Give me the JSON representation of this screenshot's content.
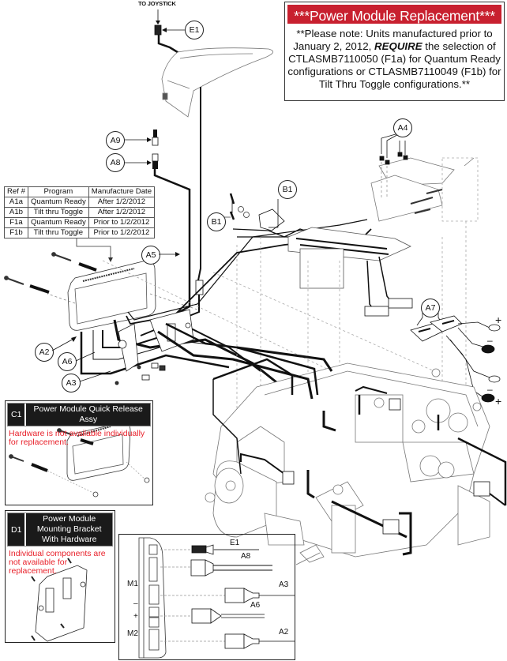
{
  "notice": {
    "title": "***Power Module Replacement***",
    "body_prefix": "**Please note: Units manufactured prior to January 2, 2012, ",
    "body_emphasis": "REQUIRE",
    "body_suffix": " the selection of CTLASMB7110050 (F1a) for Quantum Ready configurations or CTLASMB7110049 (F1b) for Tilt Thru Toggle configurations.**",
    "title_bg": "#c8202f"
  },
  "program_table": {
    "headers": [
      "Ref #",
      "Program",
      "Manufacture Date"
    ],
    "rows": [
      [
        "A1a",
        "Quantum Ready",
        "After 1/2/2012"
      ],
      [
        "A1b",
        "Tilt thru Toggle",
        "After 1/2/2012"
      ],
      [
        "F1a",
        "Quantum Ready",
        "Prior to 1/2/2012"
      ],
      [
        "F1b",
        "Tilt thru Toggle",
        "Prior to 1/2/2012"
      ]
    ]
  },
  "labels": {
    "to_joystick": "TO JOYSTICK"
  },
  "callouts": {
    "E1": "E1",
    "A9": "A9",
    "A8": "A8",
    "A4": "A4",
    "B1_top": "B1",
    "B1_left": "B1",
    "A5": "A5",
    "A7": "A7",
    "A2": "A2",
    "A6": "A6",
    "A3": "A3"
  },
  "polarity": {
    "plus": "+",
    "minus": "–"
  },
  "kits": {
    "c1": {
      "ref": "C1",
      "title": "Power Module Quick Release Assy",
      "note": "Hardware is not available individually for replacement."
    },
    "d1": {
      "ref": "D1",
      "title": "Power Module Mounting Bracket With Hardware",
      "note": "Individual components are not available for replacement."
    }
  },
  "inset": {
    "port_labels": {
      "m1": "M1",
      "minus": "–",
      "plus": "+",
      "m2": "M2"
    },
    "connector_labels": {
      "e1": "E1",
      "a8": "A8",
      "a3": "A3",
      "a6": "A6",
      "a2": "A2"
    }
  },
  "colors": {
    "accent_red": "#e8202a",
    "kit_header_bg": "#1a1a1a"
  }
}
